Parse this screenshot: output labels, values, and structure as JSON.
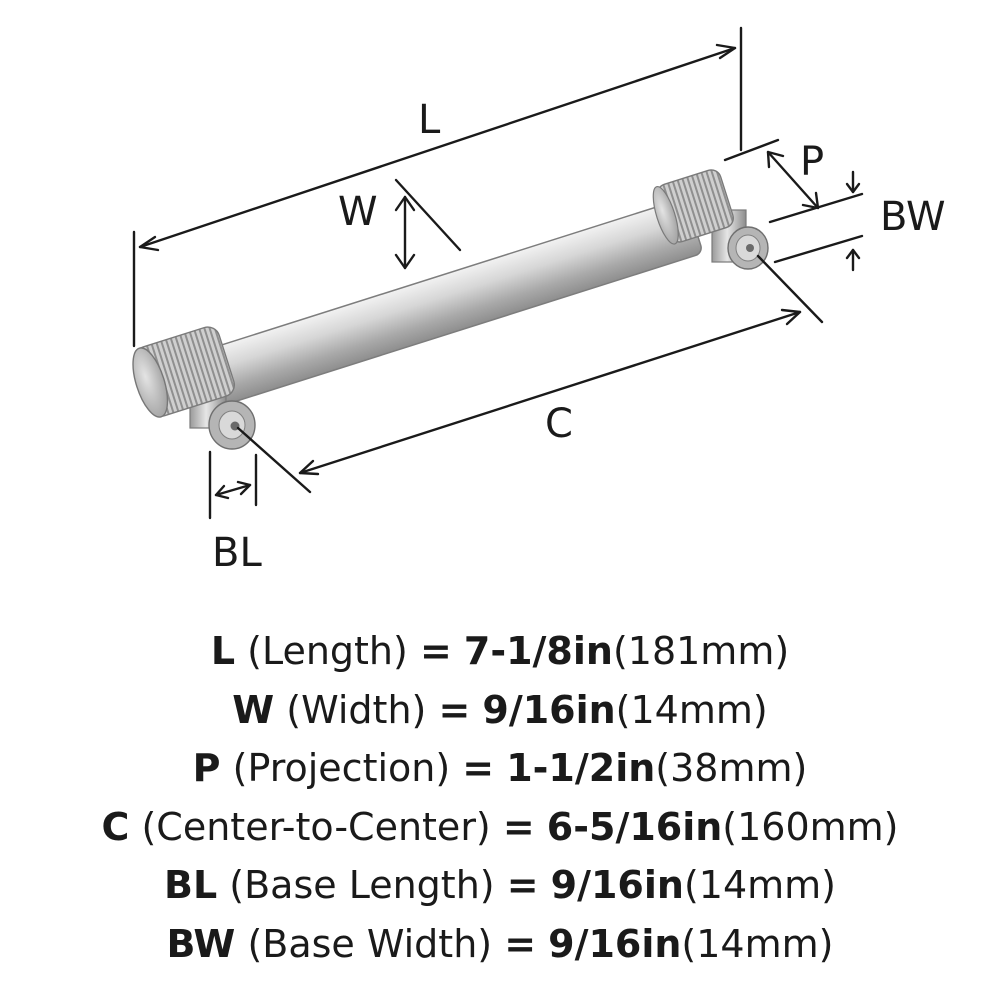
{
  "diagram": {
    "labels": {
      "L": "L",
      "W": "W",
      "P": "P",
      "BW": "BW",
      "C": "C",
      "BL": "BL"
    }
  },
  "specs": [
    {
      "abbr": "L",
      "name": "(Length)",
      "eq": "=",
      "value_in": "7-1/8in",
      "value_mm": "(181mm)"
    },
    {
      "abbr": "W",
      "name": "(Width)",
      "eq": "=",
      "value_in": "9/16in",
      "value_mm": "(14mm)"
    },
    {
      "abbr": "P",
      "name": "(Projection)",
      "eq": "=",
      "value_in": "1-1/2in",
      "value_mm": "(38mm)"
    },
    {
      "abbr": "C",
      "name": "(Center-to-Center)",
      "eq": "=",
      "value_in": "6-5/16in",
      "value_mm": "(160mm)"
    },
    {
      "abbr": "BL",
      "name": "(Base Length)",
      "eq": "=",
      "value_in": "9/16in",
      "value_mm": "(14mm)"
    },
    {
      "abbr": "BW",
      "name": "(Base Width)",
      "eq": "=",
      "value_in": "9/16in",
      "value_mm": "(14mm)"
    }
  ]
}
